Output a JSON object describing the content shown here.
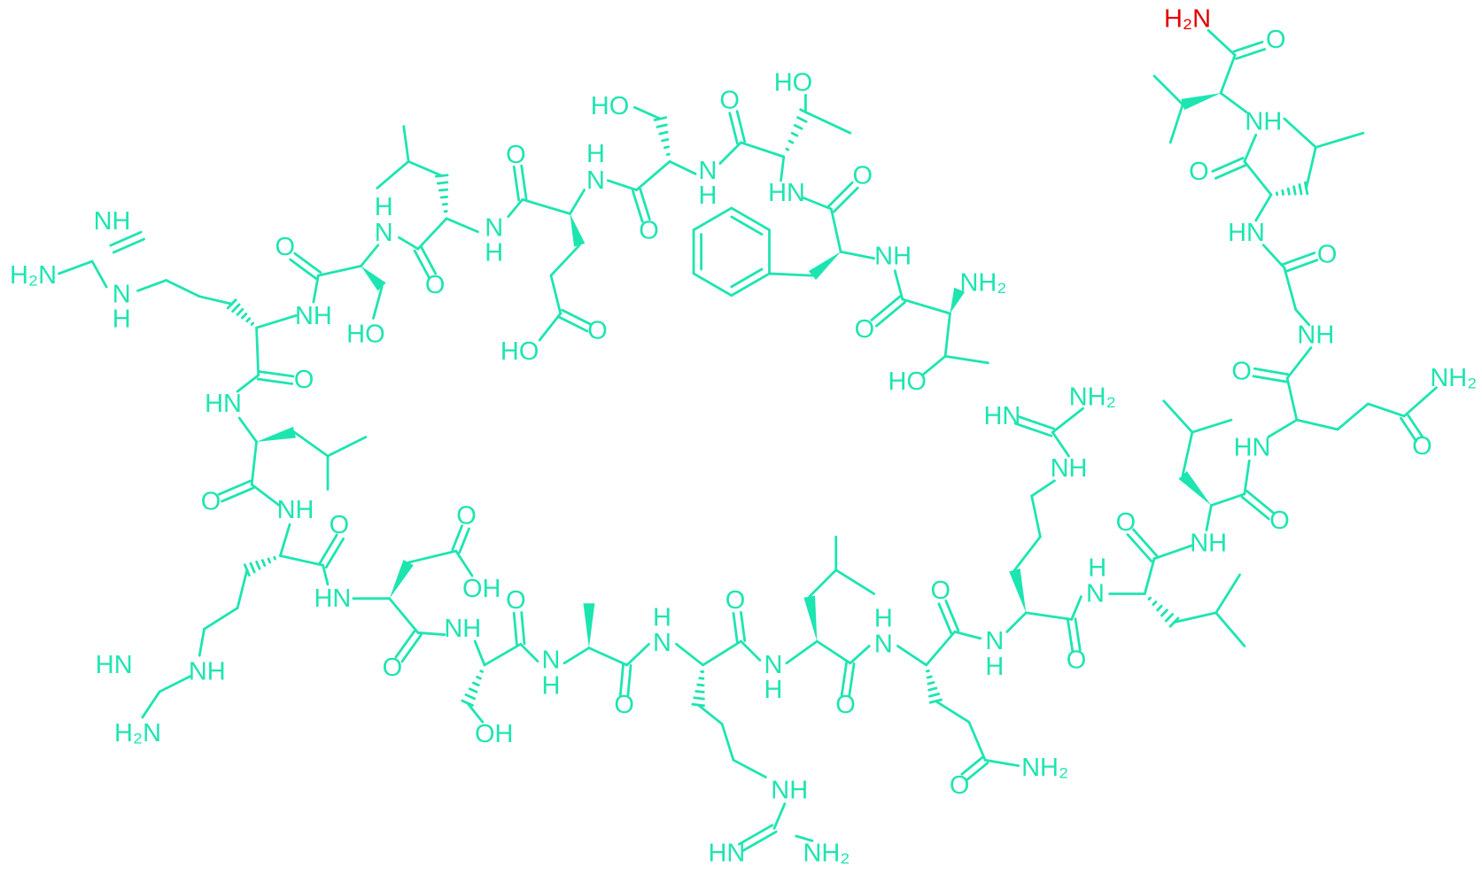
{
  "colors": {
    "structure": "#1de5b0",
    "highlight": "#e00000"
  },
  "diagram": {
    "atom_labels": [
      "H₂N",
      "O",
      "NH",
      "O",
      "HN",
      "O",
      "NH",
      "O",
      "NH₂",
      "HN",
      "O",
      "O",
      "NH",
      "O",
      "N",
      "H",
      "O",
      "N",
      "H",
      "NH",
      "HN",
      "NH₂",
      "O",
      "N",
      "H",
      "O",
      "O",
      "NH₂",
      "O",
      "N",
      "H",
      "O",
      "N",
      "H",
      "NH",
      "HN",
      "NH₂",
      "N",
      "H",
      "O",
      "NH",
      "OH",
      "O",
      "HN",
      "OH",
      "O",
      "O",
      "NH",
      "O",
      "HN",
      "O",
      "NH",
      "HO",
      "O",
      "N",
      "H",
      "O",
      "H₂N",
      "NH",
      "N",
      "H",
      "HN",
      "NH",
      "H₂N",
      "N",
      "H",
      "O",
      "N",
      "H",
      "HO",
      "O",
      "O",
      "HO",
      "N",
      "H",
      "O",
      "HO",
      "HN",
      "O",
      "NH",
      "NH₂",
      "O",
      "HO"
    ],
    "highlighted_label_index": 0
  }
}
